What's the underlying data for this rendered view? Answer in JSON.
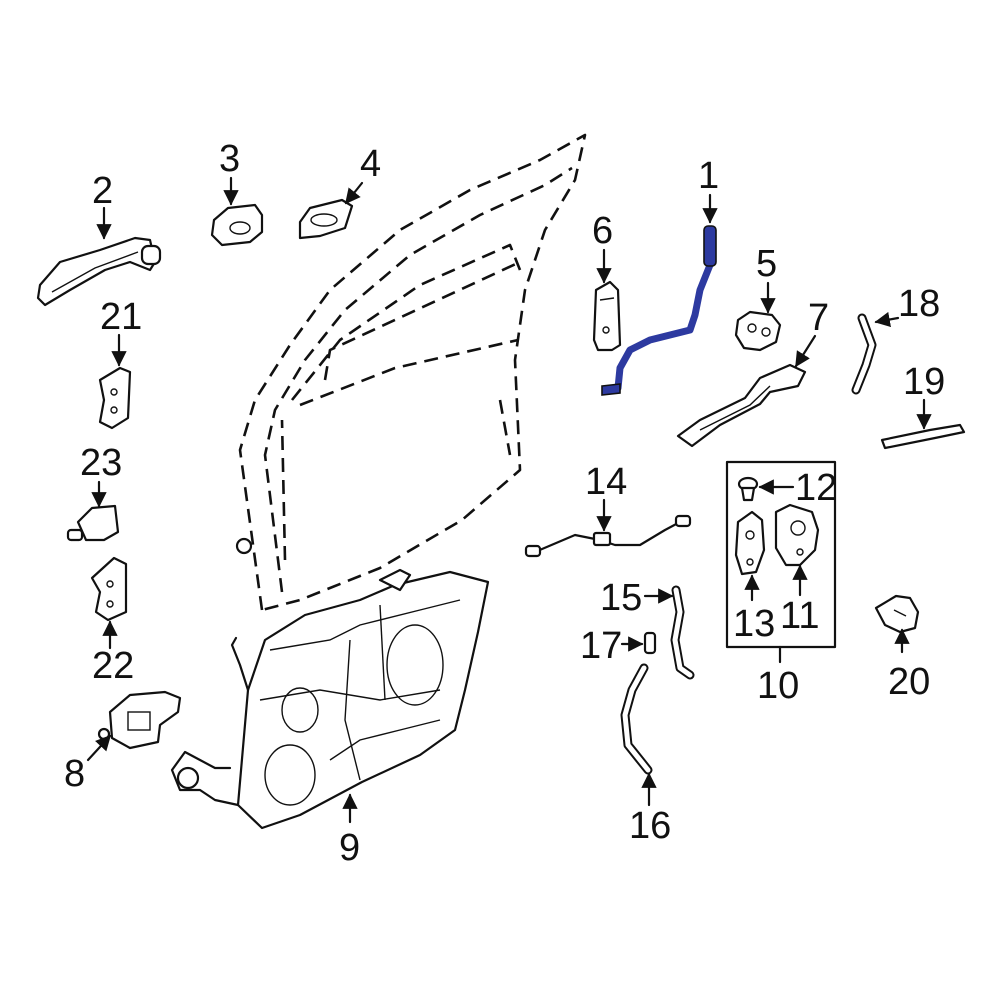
{
  "diagram": {
    "highlight_color": "#2d3aa0",
    "line_color": "#111111",
    "background": "#ffffff",
    "callouts": [
      {
        "key": "c1",
        "label": "1"
      },
      {
        "key": "c2",
        "label": "2"
      },
      {
        "key": "c3",
        "label": "3"
      },
      {
        "key": "c4",
        "label": "4"
      },
      {
        "key": "c5",
        "label": "5"
      },
      {
        "key": "c6",
        "label": "6"
      },
      {
        "key": "c7",
        "label": "7"
      },
      {
        "key": "c8",
        "label": "8"
      },
      {
        "key": "c9",
        "label": "9"
      },
      {
        "key": "c10",
        "label": "10"
      },
      {
        "key": "c11",
        "label": "11"
      },
      {
        "key": "c12",
        "label": "12"
      },
      {
        "key": "c13",
        "label": "13"
      },
      {
        "key": "c14",
        "label": "14"
      },
      {
        "key": "c15",
        "label": "15"
      },
      {
        "key": "c16",
        "label": "16"
      },
      {
        "key": "c17",
        "label": "17"
      },
      {
        "key": "c18",
        "label": "18"
      },
      {
        "key": "c19",
        "label": "19"
      },
      {
        "key": "c20",
        "label": "20"
      },
      {
        "key": "c21",
        "label": "21"
      },
      {
        "key": "c22",
        "label": "22"
      },
      {
        "key": "c23",
        "label": "23"
      }
    ]
  }
}
